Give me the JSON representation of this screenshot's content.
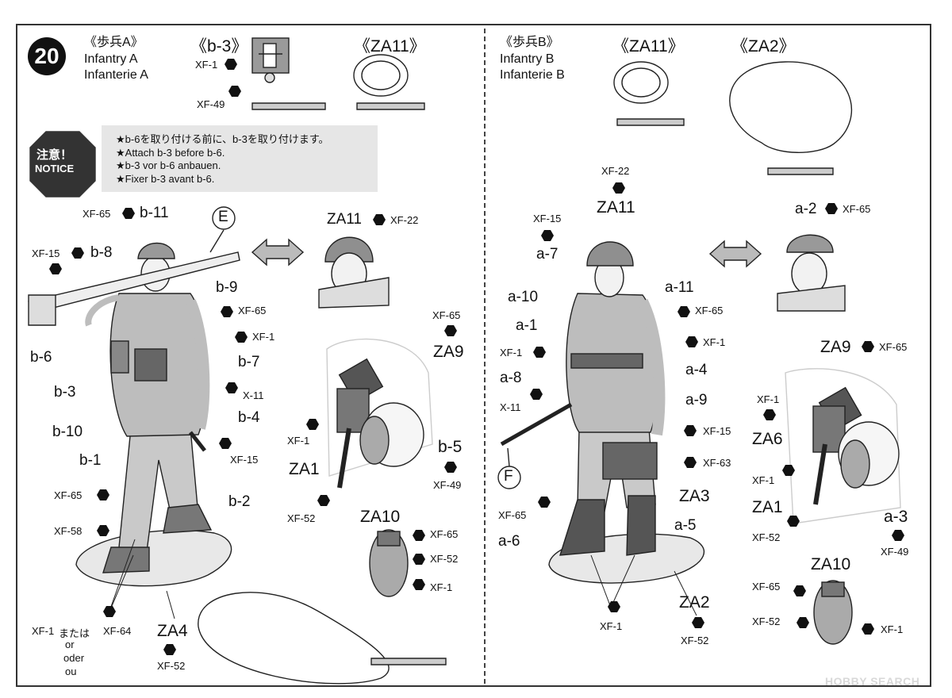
{
  "step_number": "20",
  "infantry_a": {
    "title_jp": "《歩兵A》",
    "title_en": "Infantry A",
    "title_de": "Infanterie A",
    "parts": {
      "b3": "《b-3》",
      "za11": "《ZA11》"
    },
    "paints": {
      "b3_top": "XF-1",
      "b3_bottom": "XF-49"
    },
    "notice": {
      "badge_jp": "注意！",
      "badge_en": "NOTICE",
      "line_jp": "★b-6を取り付ける前に、b-3を取り付けます。",
      "line_en": "★Attach b-3 before b-6.",
      "line_de": "★b-3 vor b-6 anbauen.",
      "line_fr": "★Fixer b-3 avant b-6."
    },
    "callouts": {
      "b11": "b-11",
      "b11_paint": "XF-65",
      "b8": "b-8",
      "b8_paint": "XF-15",
      "e": "E",
      "b9": "b-9",
      "b9_paint": "XF-65",
      "b9_paint2": "XF-1",
      "b6": "b-6",
      "b7": "b-7",
      "b3": "b-3",
      "x11": "X-11",
      "b4": "b-4",
      "b10": "b-10",
      "xf15": "XF-15",
      "b1": "b-1",
      "b1_paint": "XF-65",
      "b2": "b-2",
      "boots_paint": "XF-58",
      "base_paint_a": "XF-1",
      "or_jp": "または",
      "base_paint_b": "XF-64",
      "or_en": "or",
      "or_de": "oder",
      "or_fr": "ou",
      "za4": "ZA4",
      "za4_paint": "XF-52"
    },
    "helmet_view": {
      "label": "ZA11",
      "paint": "XF-22"
    },
    "gear": {
      "za9": "ZA9",
      "za9_paint": "XF-65",
      "za1": "ZA1",
      "za1_paint_top": "XF-1",
      "za1_paint_bottom": "XF-52",
      "b5": "b-5",
      "b5_paint": "XF-49",
      "za10": "ZA10",
      "za10_paints": [
        "XF-65",
        "XF-52",
        "XF-1"
      ]
    }
  },
  "infantry_b": {
    "title_jp": "《歩兵B》",
    "title_en": "Infantry B",
    "title_de": "Infanterie B",
    "parts": {
      "za11": "《ZA11》",
      "za2": "《ZA2》"
    },
    "callouts": {
      "za11_paint": "XF-22",
      "za11": "ZA11",
      "a7_paint": "XF-15",
      "a7": "a-7",
      "a11": "a-11",
      "a11_paint": "XF-65",
      "a10": "a-10",
      "a1": "a-1",
      "a_xf1": "XF-1",
      "a_xf1_b": "XF-1",
      "a4": "a-4",
      "a8": "a-8",
      "x11": "X-11",
      "a9": "a-9",
      "xf15": "XF-15",
      "xf63": "XF-63",
      "f": "F",
      "za3": "ZA3",
      "a5": "a-5",
      "a6": "a-6",
      "a6_paint": "XF-65",
      "base_paint": "XF-1",
      "za2": "ZA2",
      "za2_paint": "XF-52"
    },
    "cap_view": {
      "label": "a-2",
      "paint": "XF-65"
    },
    "gear": {
      "za9": "ZA9",
      "za9_paint": "XF-65",
      "za6": "ZA6",
      "za6_paint": "XF-1",
      "za1": "ZA1",
      "za1_paint_top": "XF-1",
      "za1_paint_bottom": "XF-52",
      "a3": "a-3",
      "a3_paint": "XF-49",
      "za10": "ZA10",
      "za10_paints": [
        "XF-65",
        "XF-52",
        "XF-1"
      ]
    }
  },
  "watermark": "HOBBY SEARCH"
}
